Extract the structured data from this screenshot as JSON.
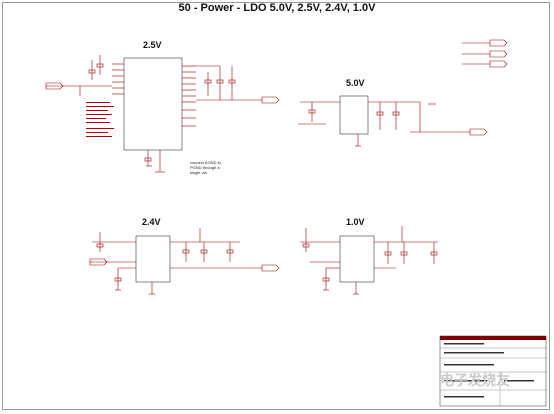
{
  "title": "50 - Power - LDO 5.0V, 2.5V, 2.4V, 1.0V",
  "sections": {
    "s25": "2.5V",
    "s50": "5.0V",
    "s24": "2.4V",
    "s10": "1.0V"
  },
  "note_lines": [
    "connect AGND to",
    "PGND through a",
    "single via"
  ],
  "watermark": "电子发烧友"
}
